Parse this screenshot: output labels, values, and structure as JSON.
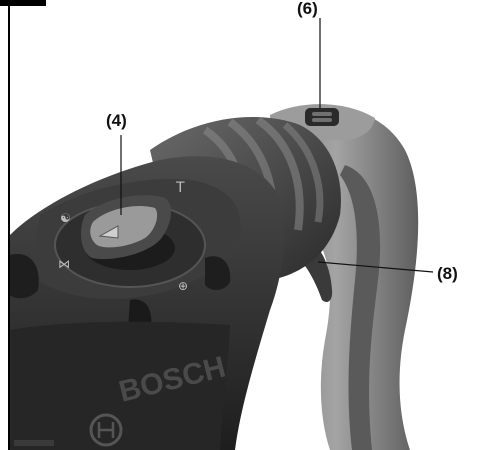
{
  "callouts": {
    "six": "(6)",
    "four": "(4)",
    "eight": "(8)"
  },
  "brand_marking": "BOSCH",
  "colors": {
    "housing_dark": "#2c2c2c",
    "housing_mid": "#4a4a4a",
    "grip_gray": "#8f8f8f",
    "highlight": "#b0b0b0",
    "ink": "#111111"
  }
}
